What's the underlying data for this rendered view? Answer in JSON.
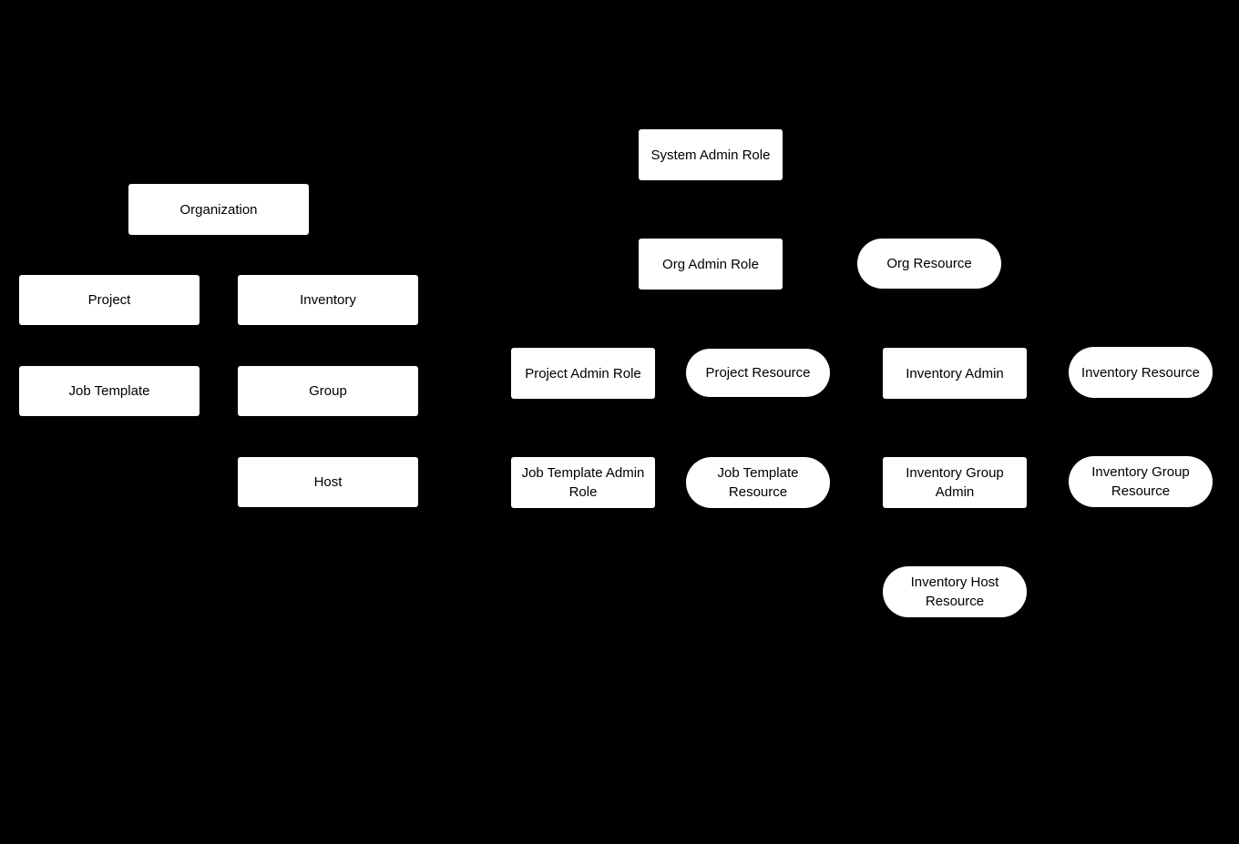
{
  "diagram": {
    "background_color": "#000000",
    "node_fill_color": "#ffffff",
    "node_text_color": "#000000",
    "nodes": [
      {
        "id": "organization",
        "label": "Organization",
        "shape": "rect"
      },
      {
        "id": "project",
        "label": "Project",
        "shape": "rect"
      },
      {
        "id": "inventory",
        "label": "Inventory",
        "shape": "rect"
      },
      {
        "id": "job-template",
        "label": "Job Template",
        "shape": "rect"
      },
      {
        "id": "group",
        "label": "Group",
        "shape": "rect"
      },
      {
        "id": "host",
        "label": "Host",
        "shape": "rect"
      },
      {
        "id": "system-admin-role",
        "label": "System Admin Role",
        "shape": "rect"
      },
      {
        "id": "org-admin-role",
        "label": "Org Admin Role",
        "shape": "rect"
      },
      {
        "id": "org-resource",
        "label": "Org Resource",
        "shape": "pill"
      },
      {
        "id": "project-admin-role",
        "label": "Project Admin Role",
        "shape": "rect"
      },
      {
        "id": "project-resource",
        "label": "Project Resource",
        "shape": "pill"
      },
      {
        "id": "inventory-admin",
        "label": "Inventory Admin",
        "shape": "rect"
      },
      {
        "id": "inventory-resource",
        "label": "Inventory Resource",
        "shape": "pill"
      },
      {
        "id": "job-template-admin-role",
        "label": "Job Template Admin Role",
        "shape": "rect"
      },
      {
        "id": "job-template-resource",
        "label": "Job Template Resource",
        "shape": "pill"
      },
      {
        "id": "inventory-group-admin",
        "label": "Inventory Group Admin",
        "shape": "rect"
      },
      {
        "id": "inventory-group-resource",
        "label": "Inventory Group Resource",
        "shape": "pill"
      },
      {
        "id": "inventory-host-resource",
        "label": "Inventory Host Resource",
        "shape": "pill"
      }
    ]
  }
}
